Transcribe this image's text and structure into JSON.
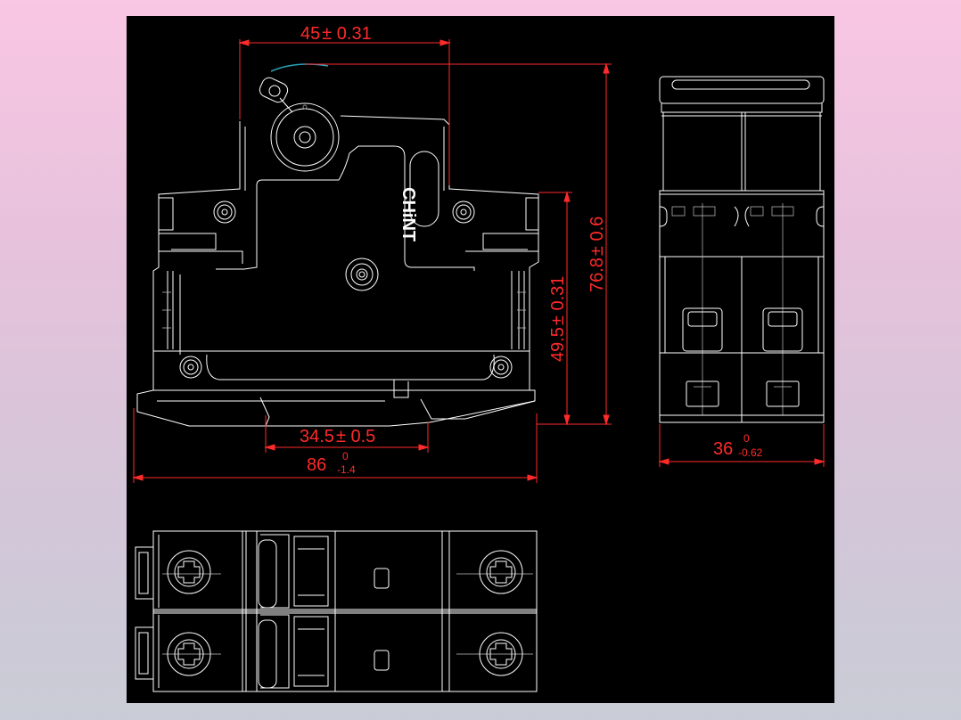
{
  "brand": {
    "logo_text": "CHiNT"
  },
  "colors": {
    "background_top": "#f9c6e3",
    "background_bottom": "#c9ccd6",
    "canvas": "#000000",
    "lines": "#ffffff",
    "dimensions": "#ff2a2a"
  },
  "dimensions": {
    "top_width": {
      "value": "45",
      "tol": "± 0.31"
    },
    "overall_height": {
      "value": "76.8",
      "tol": "± 0.6"
    },
    "body_height": {
      "value": "49.5",
      "tol": "± 0.31"
    },
    "rail_width": {
      "value": "34.5",
      "tol": "± 0.5"
    },
    "overall_length": {
      "value": "86",
      "tol_upper": "0",
      "tol_lower": "-1.4"
    },
    "side_width": {
      "value": "36",
      "tol_upper": "0",
      "tol_lower": "-0.62"
    }
  }
}
